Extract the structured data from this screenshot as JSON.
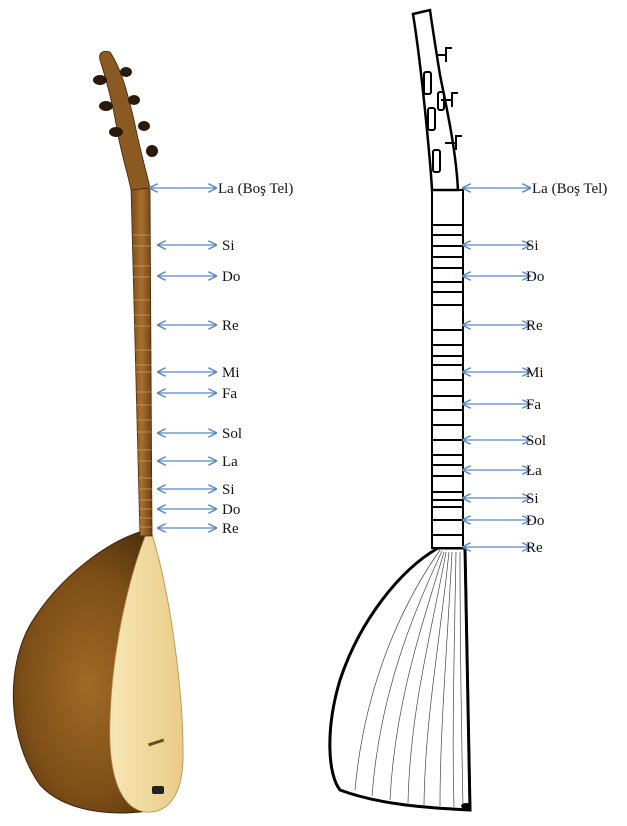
{
  "left_labels": [
    "La (Boş Tel)",
    "Si",
    "Do",
    "Re",
    "Mi",
    "Fa",
    "Sol",
    "La",
    "Si",
    "Do",
    "Re"
  ],
  "right_labels": [
    "La (Boş Tel)",
    "Si",
    "Do",
    "Re",
    "Mi",
    "Fa",
    "Sol",
    "La",
    "Si",
    "Do",
    "Re"
  ],
  "colors": {
    "arrow": "#5b86c5",
    "body_wood": "#8a5a1c",
    "soundboard": "#f2dca0",
    "neck_wood": "#9a6428",
    "drawing_line": "#000000"
  },
  "icons": [
    "double-headed-arrow",
    "photo-baglama",
    "line-drawing-baglama"
  ]
}
